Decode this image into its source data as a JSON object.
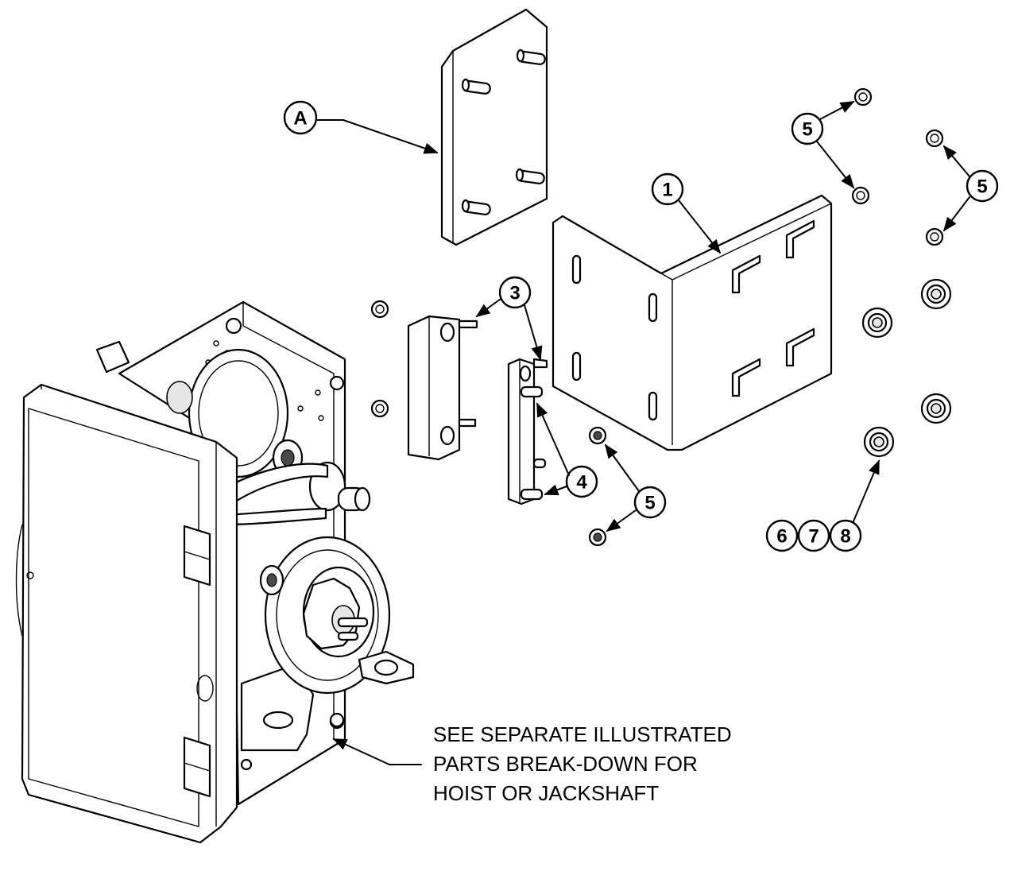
{
  "callouts": {
    "a": "A",
    "c1": "1",
    "c3": "3",
    "c4": "4",
    "c5": "5",
    "c6": "6",
    "c7": "7",
    "c8": "8"
  },
  "note": {
    "line1": "SEE SEPARATE ILLUSTRATED",
    "line2": "PARTS BREAK-DOWN FOR",
    "line3": "HOIST OR JACKSHAFT"
  },
  "colors": {
    "ink": "#000000",
    "paper": "#ffffff",
    "shade": "#e6e6e6"
  },
  "icons": [
    "arrow-head",
    "flange-nut",
    "washer-nut-assembly"
  ]
}
